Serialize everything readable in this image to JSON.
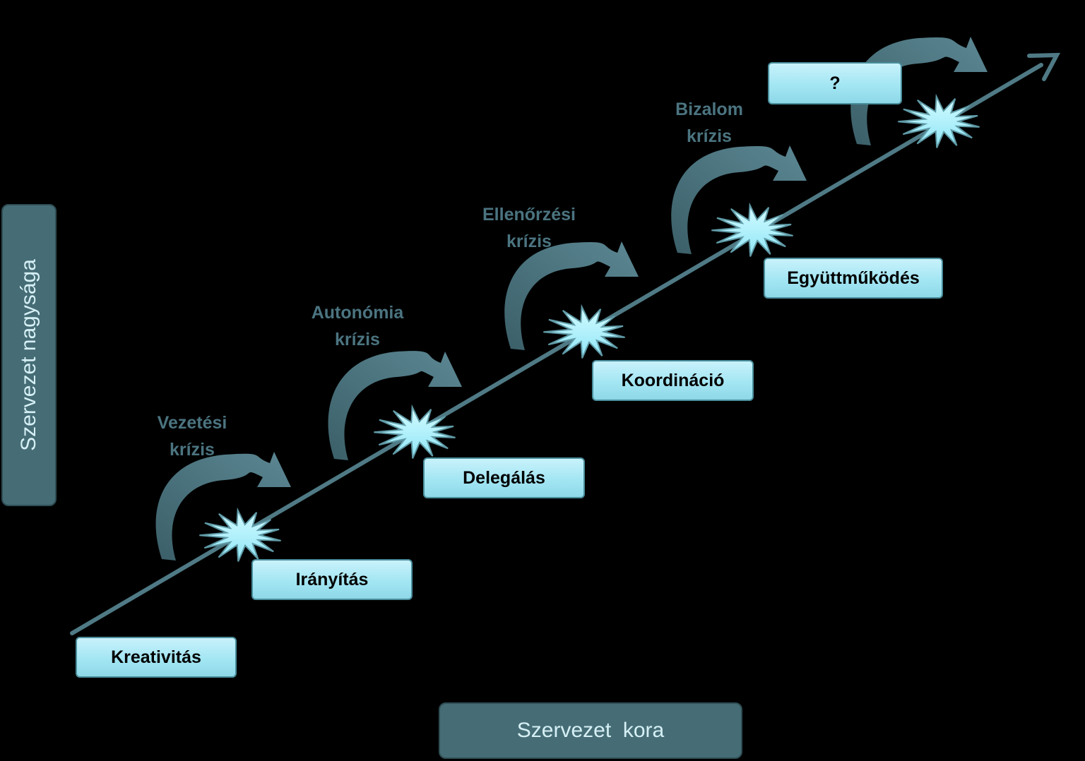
{
  "axes": {
    "y_title": "Szervezet nagysága",
    "x_title": "Szervezet  kora"
  },
  "stages": [
    {
      "label": "Kreativitás"
    },
    {
      "label": "Irányítás"
    },
    {
      "label": "Delegálás"
    },
    {
      "label": "Koordináció"
    },
    {
      "label": "Együttműködés"
    },
    {
      "label": "?"
    }
  ],
  "crises": [
    {
      "line1": "Vezetési",
      "line2": "krízis"
    },
    {
      "line1": "Autonómia",
      "line2": "krízis"
    },
    {
      "line1": "Ellenőrzési",
      "line2": "krízis"
    },
    {
      "line1": "Bizalom",
      "line2": "krízis"
    }
  ],
  "colors": {
    "background": "#000000",
    "growth_line": "#4f7a85",
    "curved_arrow": "#4e7682",
    "burst_fill": "#a8f0ff",
    "stage_box": "#a3e6f3",
    "crisis_text": "#4b7480",
    "axis_box": "#466d76"
  },
  "icons": {
    "burst": "explosion-burst-icon",
    "transition": "curved-arrow-icon",
    "growth": "arrow-up-right-icon"
  }
}
